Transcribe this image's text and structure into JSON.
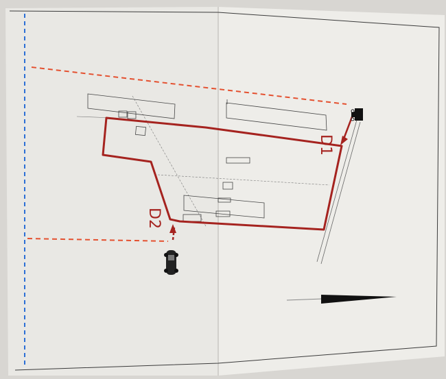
{
  "document": {
    "type": "site plan photograph",
    "labels": {
      "d1": "D1",
      "d2": "D2"
    },
    "symbols": {
      "truck": "truck-icon",
      "car": "car-icon",
      "north_arrow": "north-arrow-icon"
    },
    "colors": {
      "paper": "#ebeae6",
      "boundary": "#a5231f",
      "dashed_red": "#e4502f",
      "dashed_blue": "#2b6fd6",
      "ink": "#444444"
    }
  }
}
